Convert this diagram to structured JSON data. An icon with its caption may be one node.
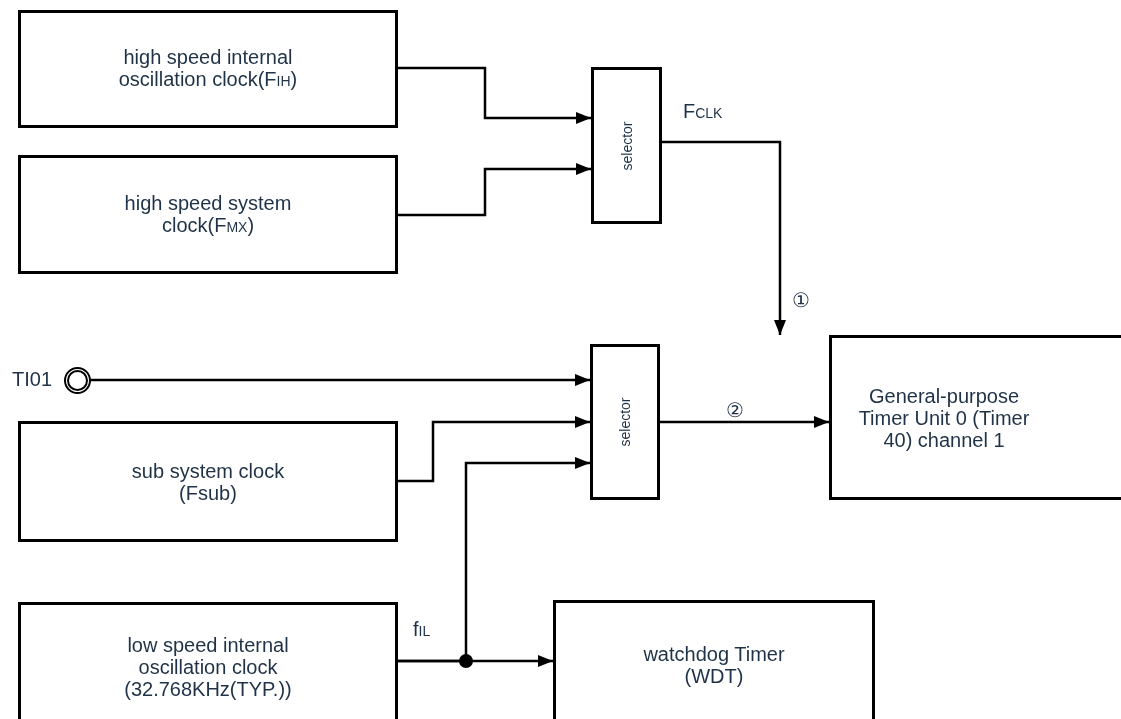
{
  "diagram": {
    "nodes": [
      {
        "text": [
          "high speed internal oscillation clock(F$_{IH}$)"
        ]
      },
      {
        "text": [
          "high speed system clock(F$_{MX}$)"
        ]
      },
      {
        "text": [
          "selector"
        ]
      },
      {
        "text": [],
        "shape": "circle",
        "beside": [
          "TI01"
        ]
      },
      {
        "text": [
          "sub system clock (Fsub)"
        ]
      },
      {
        "text": [
          "selector"
        ]
      },
      {
        "text": [
          "General-purpose Timer Unit 0 (Timer 40) channel 1"
        ]
      },
      {
        "text": [
          "low speed internal oscillation clock (32.768KHz(TYP.))"
        ]
      },
      {
        "text": [
          "watchdog Timer (WDT)"
        ]
      }
    ],
    "edges": [
      {
        "from": 0,
        "to": 2,
        "arrow": "to"
      },
      {
        "from": 1,
        "to": 2,
        "arrow": "to"
      },
      {
        "from": 2,
        "to": 6,
        "arrow": "to"
      },
      {
        "from": 3,
        "to": 5,
        "arrow": "to"
      },
      {
        "from": 4,
        "to": 5,
        "arrow": "to"
      },
      {
        "from": 7,
        "to": 5,
        "arrow": "to"
      },
      {
        "from": 7,
        "to": 8,
        "arrow": "to"
      },
      {
        "from": 5,
        "to": 6,
        "arrow": "to"
      }
    ],
    "labels": [
      "F$_{CLK}$",
      "①",
      "②",
      "f$_{IL}$"
    ]
  }
}
